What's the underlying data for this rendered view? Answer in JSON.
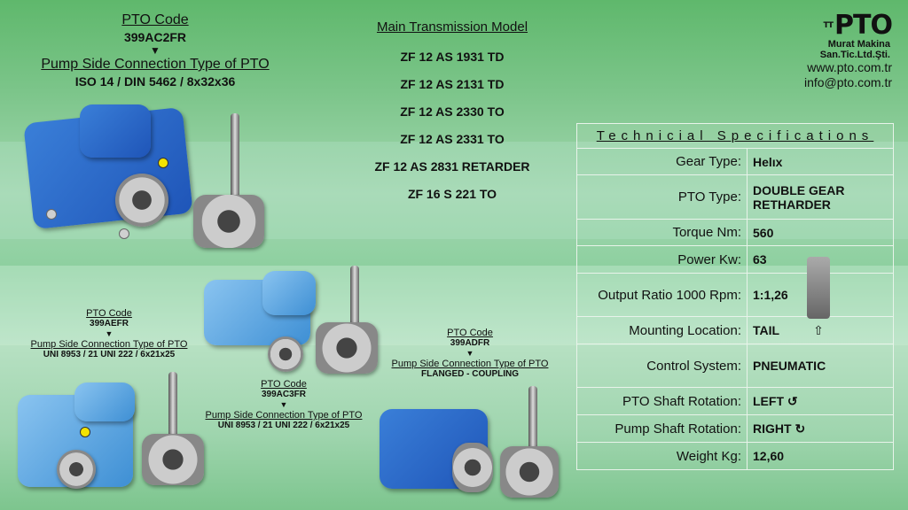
{
  "main_pto": {
    "code_label": "PTO Code",
    "code": "399AC2FR",
    "pump_label": "Pump Side Connection Type of PTO",
    "pump_value": "ISO 14 / DIN 5462 / 8x32x36"
  },
  "transmission": {
    "title": "Main Transmission Model",
    "models": [
      "ZF 12 AS 1931 TD",
      "ZF 12 AS 2131 TD",
      "ZF 12 AS 2330 TO",
      "ZF 12 AS 2331 TO",
      "ZF 12 AS 2831 RETARDER",
      "ZF 16 S 221 TO"
    ]
  },
  "logo": {
    "brand": "PTO",
    "brand_prefix": "TT",
    "company_line1": "Murat Makina",
    "company_line2": "San.Tic.Ltd.Şti.",
    "website": "www.pto.com.tr",
    "email": "info@pto.com.tr"
  },
  "specs": {
    "title": "Technicial Specifications",
    "rows": [
      {
        "label": "Gear Type:",
        "value": "Helıx"
      },
      {
        "label": "PTO Type:",
        "value": "DOUBLE GEAR RETHARDER"
      },
      {
        "label": "Torque Nm:",
        "value": "560"
      },
      {
        "label": "Power Kw:",
        "value": "63"
      },
      {
        "label": "Output Ratio 1000 Rpm:",
        "value": "1:1,26"
      },
      {
        "label": "Mounting Location:",
        "value": "TAIL"
      },
      {
        "label": "Control System:",
        "value": "PNEUMATIC"
      },
      {
        "label": "PTO Shaft Rotation:",
        "value": "LEFT ↺"
      },
      {
        "label": "Pump Shaft Rotation:",
        "value": "RIGHT ↻"
      },
      {
        "label": "Weight Kg:",
        "value": "12,60"
      }
    ],
    "mount_arrow": "⇧"
  },
  "pto_aefr": {
    "code_label": "PTO Code",
    "code": "399AEFR",
    "pump_label": "Pump Side Connection Type of PTO",
    "pump_value": "UNI 8953 / 21 UNI 222 / 6x21x25"
  },
  "pto_ac3fr": {
    "code_label": "PTO Code",
    "code": "399AC3FR",
    "pump_label": "Pump Side Connection Type of PTO",
    "pump_value": "UNI 8953 / 21 UNI 222 / 6x21x25"
  },
  "pto_adfr": {
    "code_label": "PTO Code",
    "code": "399ADFR",
    "pump_label": "Pump Side Connection Type of PTO",
    "pump_value": "FLANGED - COUPLING"
  },
  "arrow": "▼"
}
